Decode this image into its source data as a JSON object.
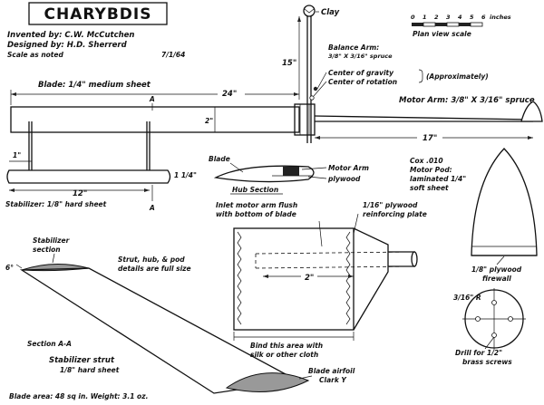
{
  "title": "CHARYBDIS",
  "credits": {
    "invented": "Invented by: C.W. McCutchen",
    "designed": "Designed by: H.D. Sherrerd",
    "scale": "Scale as noted",
    "date": "7/1/64"
  },
  "scale_bar": {
    "ticks": [
      "0",
      "1",
      "2",
      "3",
      "4",
      "5",
      "6"
    ],
    "unit": "inches",
    "caption": "Plan view scale"
  },
  "plan": {
    "blade": "Blade: 1/4\" medium sheet",
    "dim_24": "24\"",
    "dim_2": "2\"",
    "dim_1": "1\"",
    "dim_1_1_4": "1 1/4\"",
    "dim_12": "12\"",
    "dim_15": "15\"",
    "dim_17": "17\"",
    "section_a_top": "A",
    "section_a_bottom": "A",
    "stabilizer": "Stabilizer: 1/8\" hard sheet",
    "clay": "Clay",
    "balance_arm": "Balance Arm:",
    "balance_arm_size": "3/8\" X 3/16\" spruce",
    "cg": "Center of gravity",
    "cr": "Center of rotation",
    "approx": "(Approximately)",
    "motor_arm": "Motor Arm: 3/8\" X 3/16\" spruce"
  },
  "hub": {
    "blade": "Blade",
    "motor_arm": "Motor Arm",
    "plywood": "plywood",
    "caption": "Hub Section"
  },
  "pod": {
    "line1": "Cox .010",
    "line2": "Motor Pod:",
    "line3": "laminated 1/4\"",
    "line4": "soft sheet",
    "firewall1": "1/8\" plywood",
    "firewall2": "firewall",
    "radius": "3/16\" R",
    "drill1": "Drill for 1/2\"",
    "drill2": "brass screws"
  },
  "detail": {
    "inlet1": "Inlet motor arm flush",
    "inlet2": "with bottom of blade",
    "plate1": "1/16\" plywood",
    "plate2": "reinforcing plate",
    "strut1": "Strut, hub, & pod",
    "strut2": "details are full size",
    "dim_2": "2\"",
    "bind1": "Bind this area with",
    "bind2": "silk or other cloth"
  },
  "section": {
    "stab1": "Stabilizer",
    "stab2": "section",
    "dim_6": "6°",
    "label": "Section A-A",
    "strut1": "Stabilizer strut",
    "strut2": "1/8\" hard sheet",
    "airfoil1": "Blade airfoil",
    "airfoil2": "Clark Y",
    "footer": "Blade area: 48 sq in.  Weight: 3.1 oz."
  }
}
